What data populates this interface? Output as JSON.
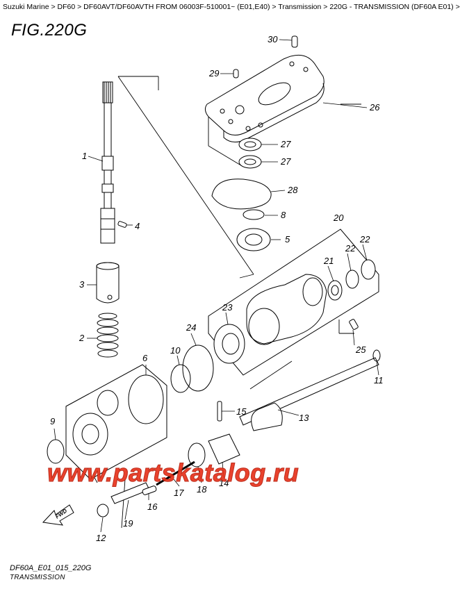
{
  "breadcrumb": {
    "items": [
      "Suzuki Marine",
      "DF60",
      "DF60AVT/DF60AVTH FROM 06003F-510001~ (E01,E40)",
      "Transmission",
      "220G - TRANSMISSION (DF60A E01)"
    ],
    "separator": " > "
  },
  "figure": {
    "title": "FIG.220G",
    "code": "DF60A_E01_015_220G",
    "name": "TRANSMISSION"
  },
  "watermark": "www.partskatalog.ru",
  "fwd_label": "FWD",
  "callouts": {
    "c1": "1",
    "c2": "2",
    "c3": "3",
    "c4": "4",
    "c5": "5",
    "c6": "6",
    "c8": "8",
    "c9": "9",
    "c10": "10",
    "c11": "11",
    "c12": "12",
    "c13": "13",
    "c14": "14",
    "c15": "15",
    "c16": "16",
    "c17": "17",
    "c18": "18",
    "c19": "19",
    "c20": "20",
    "c21": "21",
    "c22a": "22",
    "c22b": "22",
    "c23": "23",
    "c24": "24",
    "c25": "25",
    "c26": "26",
    "c27a": "27",
    "c27b": "27",
    "c28": "28",
    "c29": "29",
    "c30": "30"
  }
}
